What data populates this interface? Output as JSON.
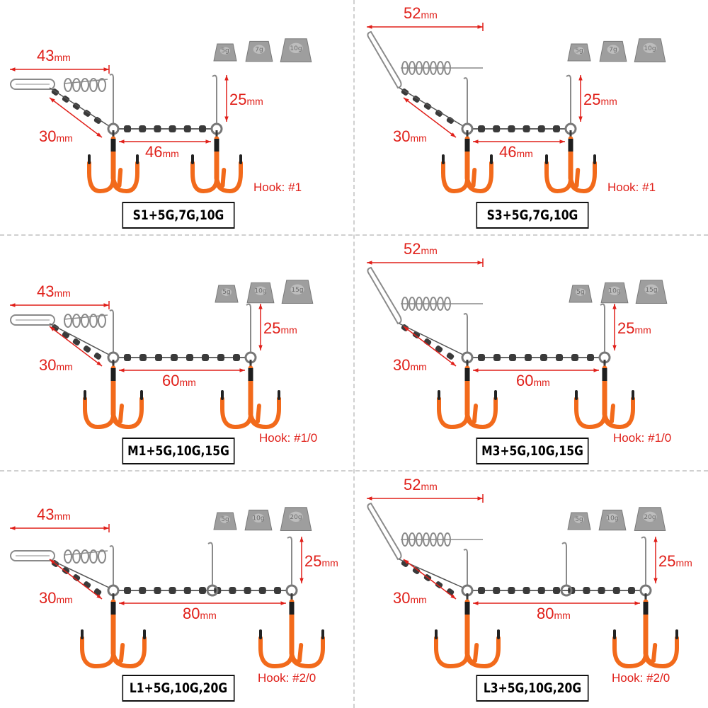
{
  "colors": {
    "dimension": "#e0201a",
    "hook": "#f26a1b",
    "hook_tip": "#222222",
    "chain": "#3a3a3a",
    "wire": "#9a9a9a",
    "weight": "#9e9e9e",
    "divider": "#d0d0d0"
  },
  "panels": [
    {
      "id": "s1",
      "model": "S1+5G,7G,10G",
      "hook": "Hook: #1",
      "connector": "small-snap-spiral",
      "hook_count": 2,
      "hook_size": "small",
      "dims": {
        "top": "43",
        "arm": "30",
        "span": "46",
        "drop": "25"
      },
      "unit": "mm",
      "weights": [
        "5g",
        "7g",
        "10g"
      ]
    },
    {
      "id": "s3",
      "model": "S3+5G,7G,10G",
      "hook": "Hook: #1",
      "connector": "long-snap-spiral",
      "hook_count": 2,
      "hook_size": "small",
      "dims": {
        "top": "52",
        "arm": "30",
        "span": "46",
        "drop": "25"
      },
      "unit": "mm",
      "weights": [
        "5g",
        "7g",
        "10g"
      ]
    },
    {
      "id": "m1",
      "model": "M1+5G,10G,15G",
      "hook": "Hook: #1/0",
      "connector": "small-snap-spiral",
      "hook_count": 2,
      "hook_size": "medium",
      "dims": {
        "top": "43",
        "arm": "30",
        "span": "60",
        "drop": "25"
      },
      "unit": "mm",
      "weights": [
        "5g",
        "10g",
        "15g"
      ]
    },
    {
      "id": "m3",
      "model": "M3+5G,10G,15G",
      "hook": "Hook: #1/0",
      "connector": "long-snap-spiral",
      "hook_count": 2,
      "hook_size": "medium",
      "dims": {
        "top": "52",
        "arm": "30",
        "span": "60",
        "drop": "25"
      },
      "unit": "mm",
      "weights": [
        "5g",
        "10g",
        "15g"
      ]
    },
    {
      "id": "l1",
      "model": "L1+5G,10G,20G",
      "hook": "Hook: #2/0",
      "connector": "small-snap-spiral",
      "hook_count": 2,
      "hook_size": "large",
      "dims": {
        "top": "43",
        "arm": "30",
        "span": "80",
        "drop": "25"
      },
      "unit": "mm",
      "weights": [
        "5g",
        "10g",
        "20g"
      ]
    },
    {
      "id": "l3",
      "model": "L3+5G,10G,20G",
      "hook": "Hook: #2/0",
      "connector": "long-snap-spiral",
      "hook_count": 2,
      "hook_size": "large",
      "dims": {
        "top": "52",
        "arm": "30",
        "span": "80",
        "drop": "25"
      },
      "unit": "mm",
      "weights": [
        "5g",
        "10g",
        "20g"
      ]
    }
  ]
}
